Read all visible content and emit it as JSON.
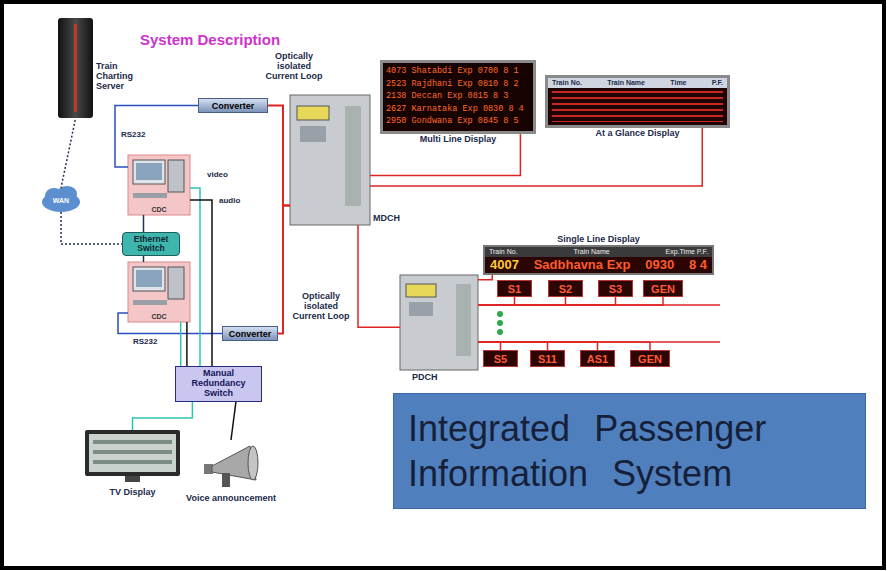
{
  "diagram": {
    "title": "System Description",
    "nodes": [
      {
        "text": [
          "Train Charting Server"
        ]
      },
      {
        "text": [
          "WAN"
        ]
      },
      {
        "text": [
          "CDC"
        ]
      },
      {
        "text": [
          "Converter"
        ]
      },
      {
        "text": [
          "Ethernet Switch"
        ]
      },
      {
        "text": [
          "CDC"
        ]
      },
      {
        "text": [
          "Converter"
        ]
      },
      {
        "text": [
          "Manual Redundancy Switch"
        ]
      },
      {
        "text": [
          "TV Display"
        ]
      },
      {
        "text": [
          "Voice announcement"
        ]
      },
      {
        "text": [
          "MDCH"
        ]
      },
      {
        "text": [
          "Multi Line Display",
          "4073 Shatabdi Exp 0700 8 1",
          "2523 Rajdhani Exp 0810 8 2",
          "2138 Deccan Exp 0815 8 3",
          "2627 Karnataka Exp 0830 8 4",
          "2950 Gondwana Exp 0845 8 5"
        ]
      },
      {
        "text": [
          "At a Glance Display",
          "Train No.",
          "Train Name",
          "Time",
          "P.F."
        ]
      },
      {
        "text": [
          "PDCH"
        ]
      },
      {
        "text": [
          "Single Line Display",
          "Train No.",
          "Train Name",
          "Exp.Time P.F.",
          "4007",
          "Sadbhavna Exp",
          "0930",
          "8 4"
        ]
      },
      {
        "text": [
          "S1"
        ]
      },
      {
        "text": [
          "S2"
        ]
      },
      {
        "text": [
          "S3"
        ]
      },
      {
        "text": [
          "GEN"
        ]
      },
      {
        "text": [
          "S5"
        ]
      },
      {
        "text": [
          "S11"
        ]
      },
      {
        "text": [
          "AS1"
        ]
      },
      {
        "text": [
          "GEN"
        ]
      },
      {
        "text": [
          "Integrated Passenger Information System"
        ]
      }
    ],
    "edges": [
      {
        "from": 0,
        "to": 1,
        "arrow": "none"
      },
      {
        "from": 1,
        "to": 4,
        "arrow": "none"
      },
      {
        "from": 2,
        "to": 4,
        "arrow": "none"
      },
      {
        "from": 5,
        "to": 4,
        "arrow": "none"
      },
      {
        "from": 2,
        "to": 3,
        "label": "RS232",
        "arrow": "none"
      },
      {
        "from": 5,
        "to": 6,
        "label": "RS232",
        "arrow": "none"
      },
      {
        "from": 3,
        "to": 10,
        "arrow": "none"
      },
      {
        "from": 6,
        "to": 10,
        "arrow": "none"
      },
      {
        "from": 2,
        "to": 7,
        "label": "video",
        "arrow": "none"
      },
      {
        "from": 2,
        "to": 7,
        "label": "audio",
        "arrow": "none"
      },
      {
        "from": 5,
        "to": 7,
        "arrow": "none"
      },
      {
        "from": 5,
        "to": 7,
        "arrow": "none"
      },
      {
        "from": 7,
        "to": 8,
        "arrow": "none"
      },
      {
        "from": 7,
        "to": 9,
        "arrow": "none"
      },
      {
        "from": 10,
        "to": 11,
        "arrow": "none"
      },
      {
        "from": 10,
        "to": 12,
        "arrow": "none"
      },
      {
        "from": 10,
        "to": 13,
        "arrow": "none"
      },
      {
        "from": 13,
        "to": 14,
        "arrow": "none"
      },
      {
        "from": 13,
        "to": 15,
        "arrow": "none"
      },
      {
        "from": 13,
        "to": 16,
        "arrow": "none"
      },
      {
        "from": 13,
        "to": 17,
        "arrow": "none"
      },
      {
        "from": 13,
        "to": 18,
        "arrow": "none"
      },
      {
        "from": 13,
        "to": 19,
        "arrow": "none"
      },
      {
        "from": 13,
        "to": 20,
        "arrow": "none"
      },
      {
        "from": 13,
        "to": 21,
        "arrow": "none"
      },
      {
        "from": 13,
        "to": 22,
        "arrow": "none"
      }
    ],
    "labels": [
      "Optically isolated Current Loop",
      "Optically isolated Current Loop"
    ]
  }
}
